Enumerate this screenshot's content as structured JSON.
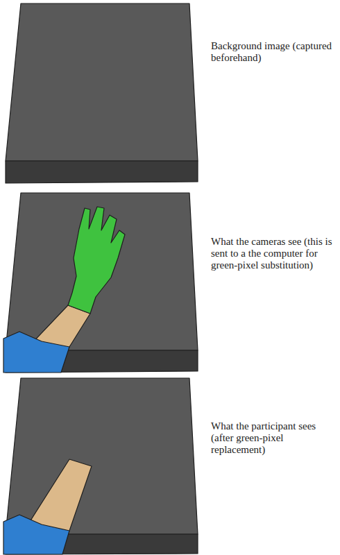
{
  "diagram": {
    "labels": [
      "Background image (captured beforehand)",
      "What the cameras see (this is sent to a the computer for green-pixel substitution)",
      "What the participant sees (after green-pixel replacement)"
    ]
  }
}
